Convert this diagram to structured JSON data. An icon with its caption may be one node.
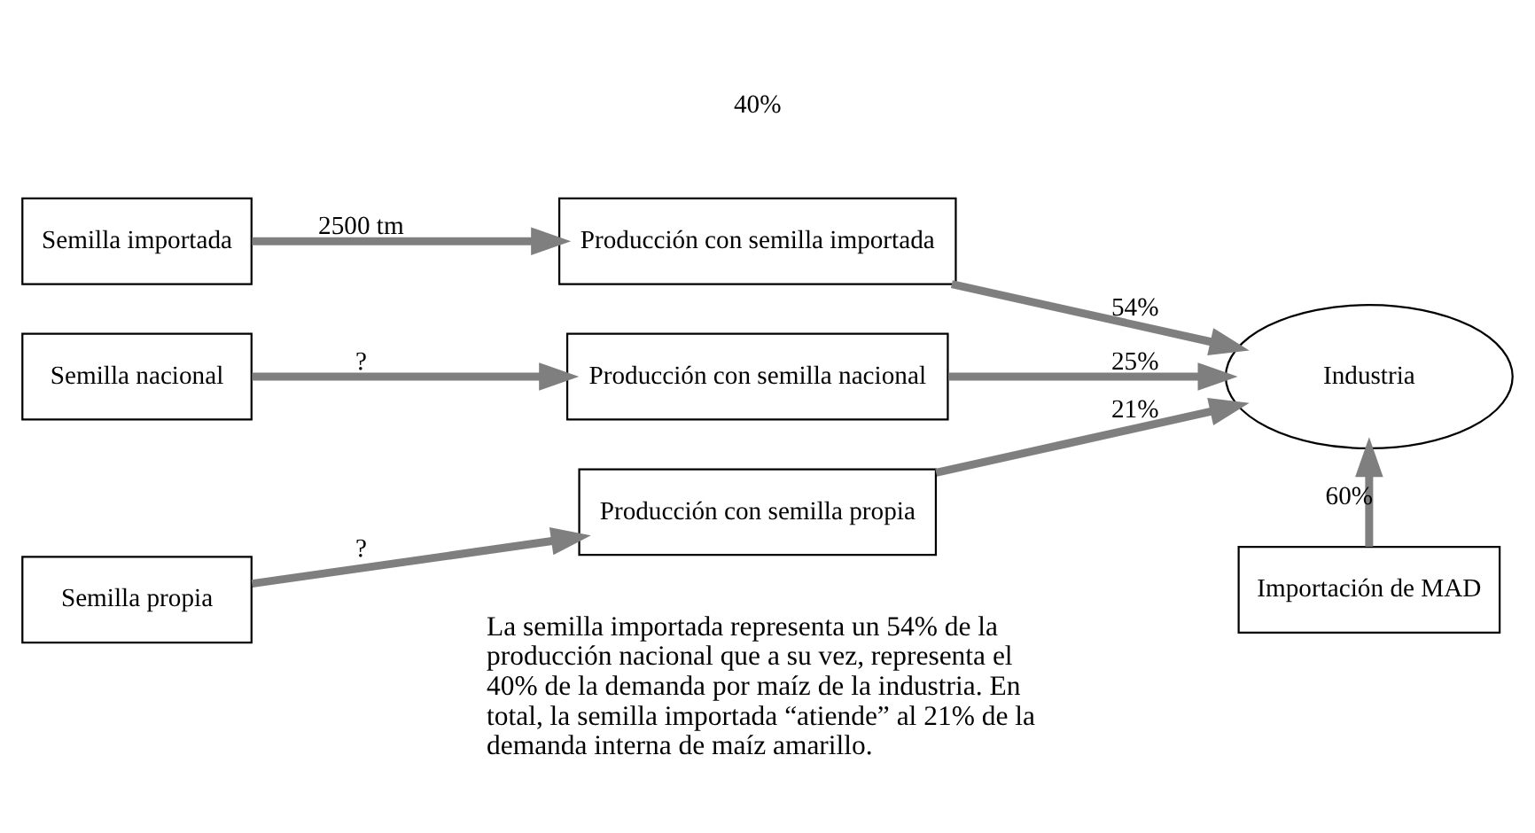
{
  "diagram": {
    "nodes": [
      {
        "text": [
          "Semilla importada"
        ]
      },
      {
        "text": [
          "Semilla nacional"
        ]
      },
      {
        "text": [
          "Semilla propia"
        ]
      },
      {
        "text": [
          "Producción con semilla importada"
        ]
      },
      {
        "text": [
          "Producción con semilla nacional"
        ]
      },
      {
        "text": [
          "Producción con semilla propia"
        ]
      },
      {
        "text": [
          "Industria"
        ]
      },
      {
        "text": [
          "Importación de MAD"
        ]
      }
    ],
    "edges": [
      {
        "from": 0,
        "to": 3,
        "arrow": "to",
        "label": "2500 tm"
      },
      {
        "from": 1,
        "to": 4,
        "arrow": "to",
        "label": "?"
      },
      {
        "from": 2,
        "to": 5,
        "arrow": "to",
        "label": "?"
      },
      {
        "from": 3,
        "to": 6,
        "arrow": "to",
        "label": "54%"
      },
      {
        "from": 4,
        "to": 6,
        "arrow": "to",
        "label": "25%"
      },
      {
        "from": 5,
        "to": 6,
        "arrow": "to",
        "label": "21%"
      },
      {
        "from": 7,
        "to": 6,
        "arrow": "to",
        "label": "60%"
      }
    ],
    "labels": [
      "40%",
      "La semilla importada representa un 54% de la producción nacional que a su vez, representa el 40% de la demanda por maíz de la industria. En total, la semilla importada “atiende” al 21% de la demanda interna de maíz amarillo."
    ]
  }
}
